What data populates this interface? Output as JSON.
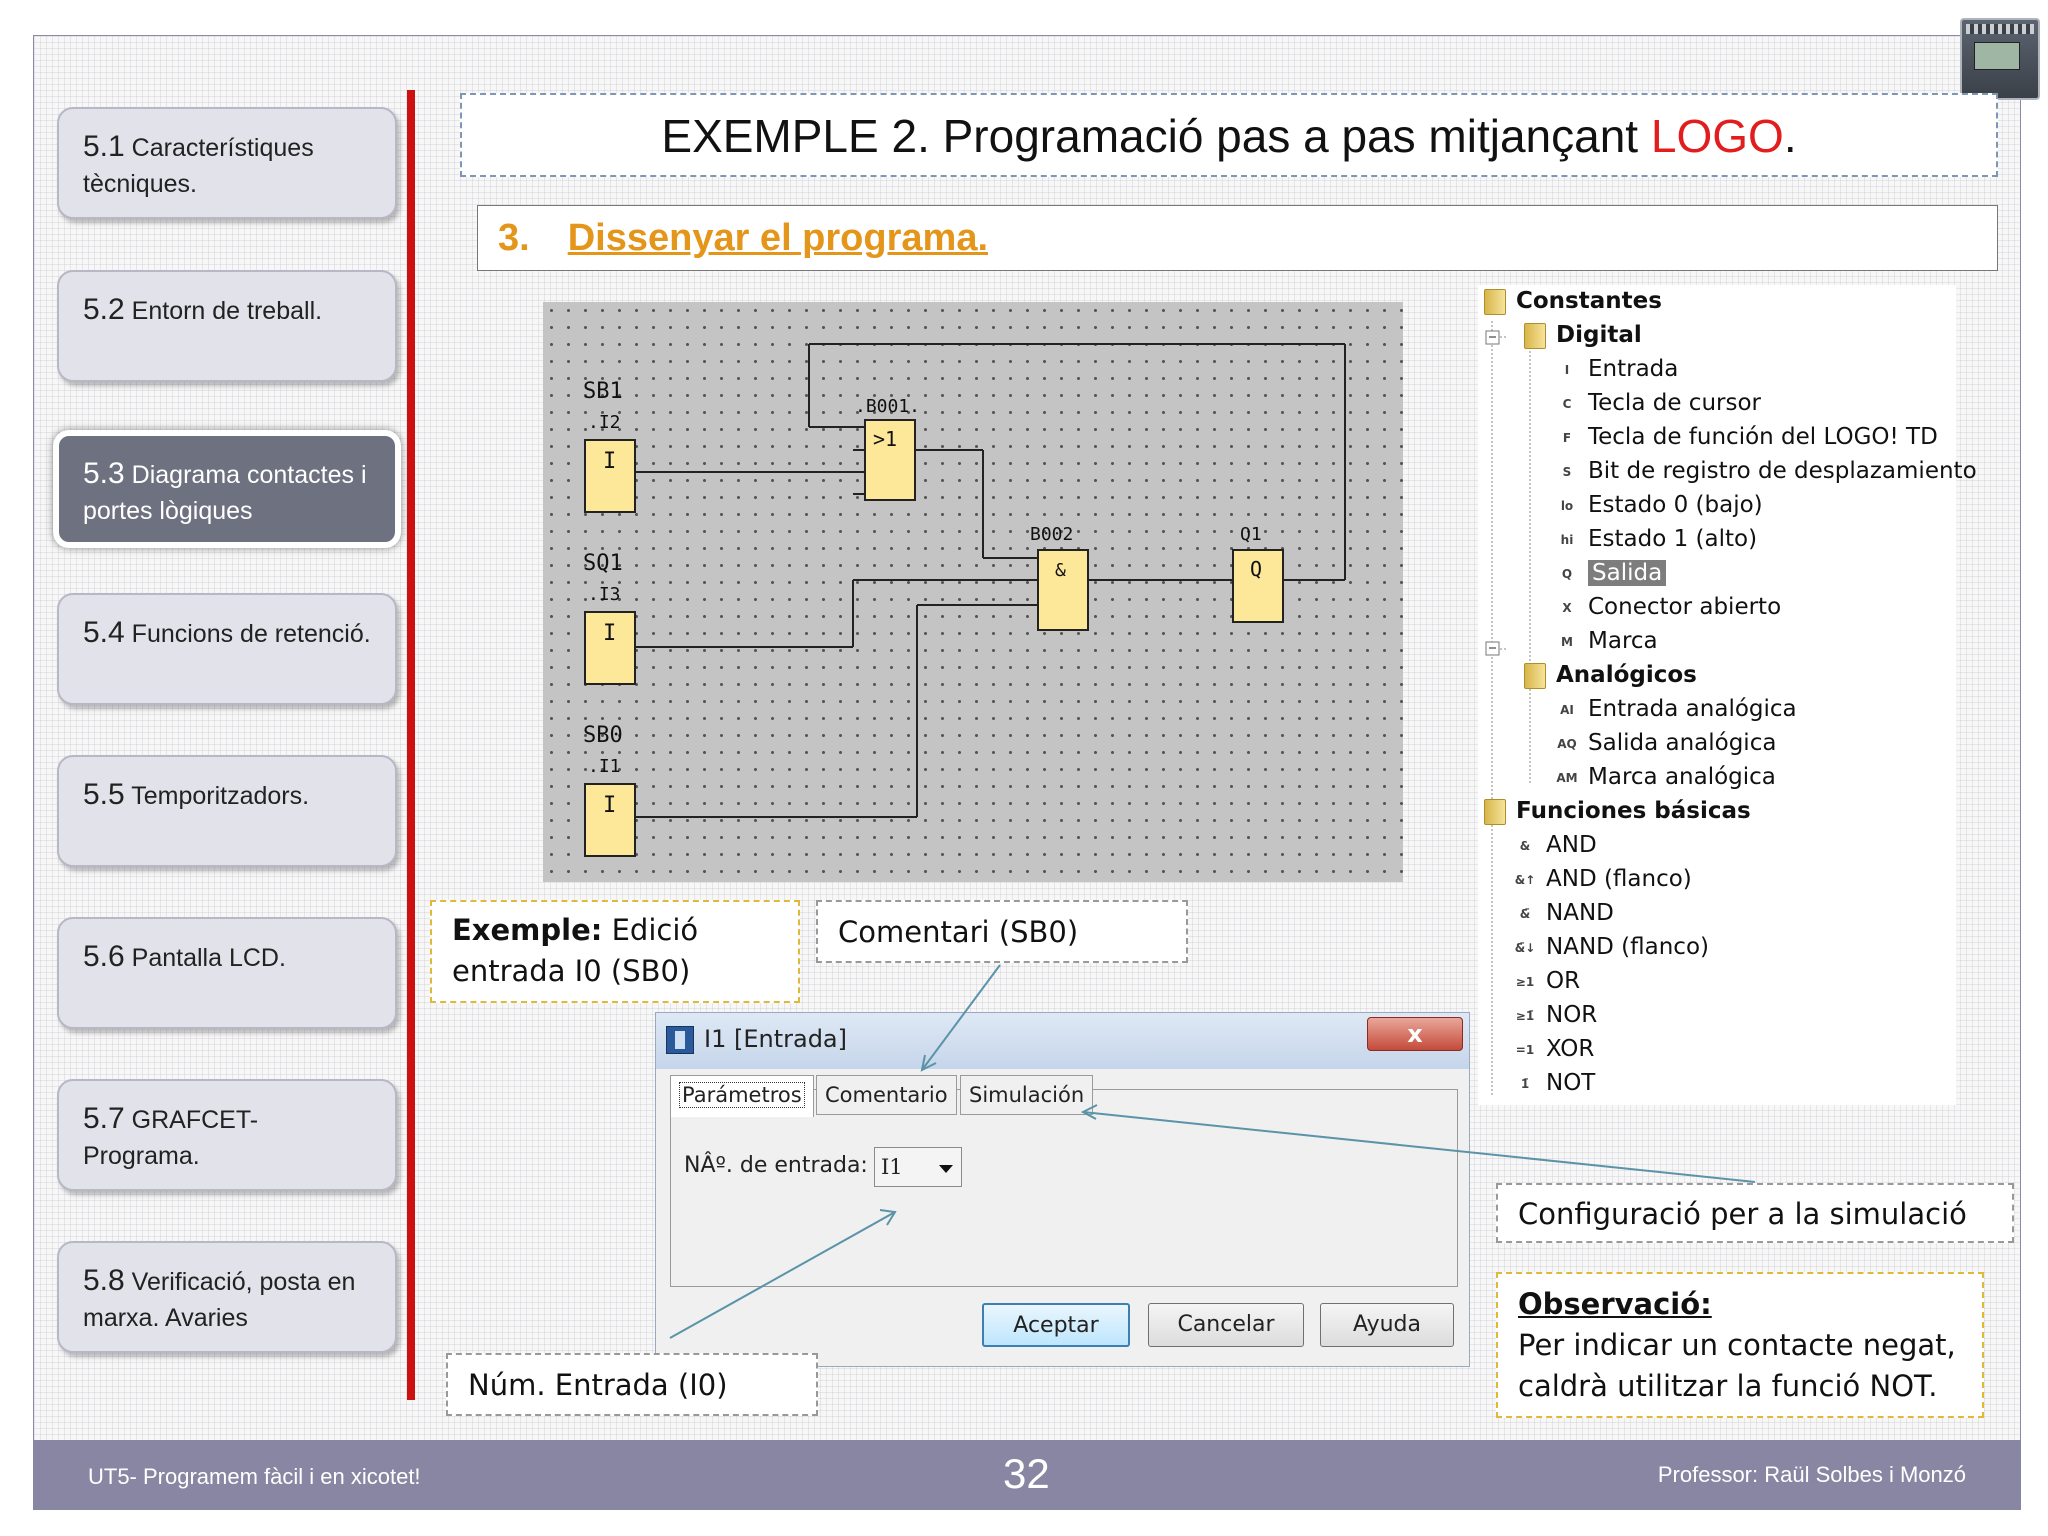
{
  "header": {
    "title_main": "EXEMPLE 2. Programació pas a pas mitjançant ",
    "title_accent": "LOGO",
    "title_end": ".",
    "section_num": "3.",
    "section_title": "Dissenyar el programa."
  },
  "nav": {
    "items": [
      {
        "num": "5.1",
        "text": "Característiques tècniques."
      },
      {
        "num": "5.2",
        "text": "Entorn de treball."
      },
      {
        "num": "5.3",
        "text": "Diagrama contactes i portes lògiques"
      },
      {
        "num": "5.4",
        "text": "Funcions de retenció."
      },
      {
        "num": "5.5",
        "text": "Temporitzadors."
      },
      {
        "num": "5.6",
        "text": "Pantalla LCD."
      },
      {
        "num": "5.7",
        "text": "GRAFCET-Programa."
      },
      {
        "num": "5.8",
        "text": "Verificació, posta en marxa. Avaries"
      }
    ],
    "active": "5.3"
  },
  "diagram": {
    "inputs": [
      {
        "comment": "SB1",
        "address": ".I2",
        "symbol": "I"
      },
      {
        "comment": "SQ1",
        "address": ".I3",
        "symbol": "I"
      },
      {
        "comment": "SB0",
        "address": ".I1",
        "symbol": "I"
      }
    ],
    "blocks": [
      {
        "name": ".B001.",
        "symbol": ">1"
      },
      {
        "name": "B002",
        "symbol": "&"
      }
    ],
    "output": {
      "name": "Q1",
      "symbol": "Q"
    }
  },
  "tree": {
    "constantes": "Constantes",
    "digital": "Digital",
    "digital_items": [
      {
        "icon": "I",
        "label": "Entrada"
      },
      {
        "icon": "C",
        "label": "Tecla de cursor"
      },
      {
        "icon": "F",
        "label": "Tecla de función del LOGO! TD"
      },
      {
        "icon": "S",
        "label": "Bit de registro de desplazamiento"
      },
      {
        "icon": "lo",
        "label": "Estado 0 (bajo)"
      },
      {
        "icon": "hi",
        "label": "Estado 1 (alto)"
      },
      {
        "icon": "Q",
        "label": "Salida"
      },
      {
        "icon": "X",
        "label": "Conector abierto"
      },
      {
        "icon": "M",
        "label": "Marca"
      }
    ],
    "analogicos": "Analógicos",
    "analog_items": [
      {
        "icon": "AI",
        "label": "Entrada analógica"
      },
      {
        "icon": "AQ",
        "label": "Salida analógica"
      },
      {
        "icon": "AM",
        "label": "Marca analógica"
      }
    ],
    "funciones": "Funciones básicas",
    "func_items": [
      {
        "icon": "&",
        "label": "AND"
      },
      {
        "icon": "&↑",
        "label": "AND (flanco)"
      },
      {
        "icon": "&̄",
        "label": "NAND"
      },
      {
        "icon": "&̄↓",
        "label": "NAND (flanco)"
      },
      {
        "icon": "≥1",
        "label": "OR"
      },
      {
        "icon": "≥1̄",
        "label": "NOR"
      },
      {
        "icon": "=1",
        "label": "XOR"
      },
      {
        "icon": "1̄",
        "label": "NOT"
      }
    ],
    "selected": "Salida"
  },
  "callouts": {
    "exemple_bold": "Exemple:",
    "exemple_rest": " Edició entrada I0 (SB0)",
    "comentari": "Comentari (SB0)",
    "num_entrada": "Núm. Entrada (I0)",
    "config": "Configuració per a la simulació",
    "obs_title": "Observació:",
    "obs_text": "Per indicar un contacte negat, caldrà utilitzar la funció NOT."
  },
  "dialog": {
    "title": "I1 [Entrada]",
    "close": "x",
    "tabs": [
      "Parámetros",
      "Comentario",
      "Simulación"
    ],
    "field_label": "NÂº. de entrada:",
    "field_value": "I1",
    "buttons": [
      "Aceptar",
      "Cancelar",
      "Ayuda"
    ]
  },
  "footer": {
    "left": "UT5- Programem fàcil i en xicotet!",
    "page": "32",
    "right": "Professor: Raül Solbes i Monzó"
  },
  "colors": {
    "accent_red": "#e21d1d",
    "section_orange": "#e39619",
    "nav_active": "#6e7280",
    "footer_bg": "#8986a3"
  }
}
